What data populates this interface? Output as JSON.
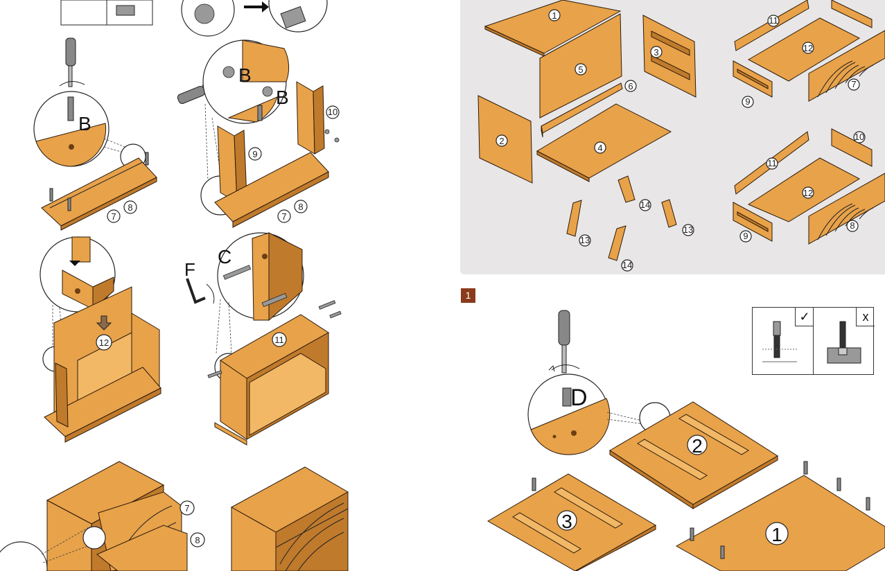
{
  "parts_panel": {
    "labels": {
      "p1": "1",
      "p2": "2",
      "p3": "3",
      "p4": "4",
      "p5": "5",
      "p6": "6",
      "p7": "7",
      "p8": "8",
      "p9a": "9",
      "p9b": "9",
      "p10": "10",
      "p11a": "11",
      "p11b": "11",
      "p12a": "12",
      "p12b": "12",
      "p13a": "13",
      "p13b": "13",
      "p14a": "14",
      "p14b": "14"
    }
  },
  "step_badge": "1",
  "step1": {
    "part_labels": {
      "board1": "1",
      "board2": "2",
      "board3": "3"
    },
    "hardware_letter": "D"
  },
  "check_box": {
    "correct_mark": "✓",
    "wrong_mark": "x"
  },
  "left_page": {
    "drawer_step": {
      "letter": "B",
      "labels": [
        "7",
        "8"
      ]
    },
    "frame_step": {
      "letter_1": "B",
      "letter_2": "B",
      "side_label": "9",
      "back_label": "10",
      "labels": [
        "7",
        "8"
      ]
    },
    "bottom_step": {
      "label": "12"
    },
    "front_step": {
      "tool_letter": "F",
      "screw_letter": "C",
      "label": "11"
    },
    "final_step": {
      "drawer_top": "7",
      "drawer_bottom": "8"
    }
  },
  "colors": {
    "wood": "#e8a24a",
    "wood_dark": "#b86f22",
    "panel_bg": "#e8e6e6",
    "badge": "#8b3a1c"
  }
}
